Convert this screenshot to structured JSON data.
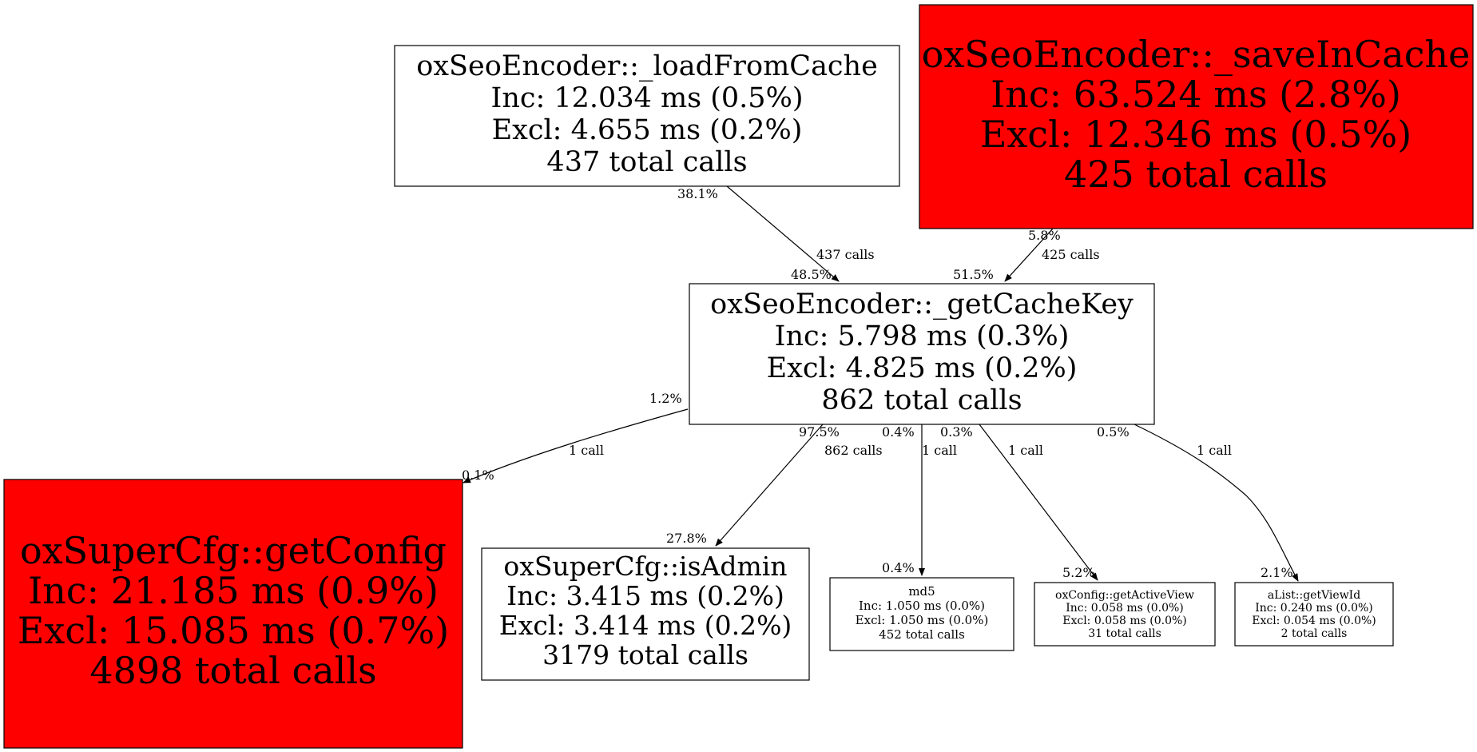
{
  "colors": {
    "hot": "#ff0000",
    "normal": "#ffffff",
    "stroke": "#000000"
  },
  "nodes": {
    "loadFromCache": {
      "fill": "#ffffff",
      "lines": [
        "oxSeoEncoder::_loadFromCache",
        "Inc: 12.034 ms (0.5%)",
        "Excl: 4.655 ms (0.2%)",
        "437 total calls"
      ]
    },
    "saveInCache": {
      "fill": "#ff0000",
      "lines": [
        "oxSeoEncoder::_saveInCache",
        "Inc: 63.524 ms (2.8%)",
        "Excl: 12.346 ms (0.5%)",
        "425 total calls"
      ]
    },
    "getCacheKey": {
      "fill": "#ffffff",
      "lines": [
        "oxSeoEncoder::_getCacheKey",
        "Inc: 5.798 ms (0.3%)",
        "Excl: 4.825 ms (0.2%)",
        "862 total calls"
      ]
    },
    "getConfig": {
      "fill": "#ff0000",
      "lines": [
        "oxSuperCfg::getConfig",
        "Inc: 21.185 ms (0.9%)",
        "Excl: 15.085 ms (0.7%)",
        "4898 total calls"
      ]
    },
    "isAdmin": {
      "fill": "#ffffff",
      "lines": [
        "oxSuperCfg::isAdmin",
        "Inc: 3.415 ms (0.2%)",
        "Excl: 3.414 ms (0.2%)",
        "3179 total calls"
      ]
    },
    "md5": {
      "fill": "#ffffff",
      "lines": [
        "md5",
        "Inc: 1.050 ms (0.0%)",
        "Excl: 1.050 ms (0.0%)",
        "452 total calls"
      ]
    },
    "getActiveView": {
      "fill": "#ffffff",
      "lines": [
        "oxConfig::getActiveView",
        "Inc: 0.058 ms (0.0%)",
        "Excl: 0.058 ms (0.0%)",
        "31 total calls"
      ]
    },
    "getViewId": {
      "fill": "#ffffff",
      "lines": [
        "aList::getViewId",
        "Inc: 0.240 ms (0.0%)",
        "Excl: 0.054 ms (0.0%)",
        "2 total calls"
      ]
    }
  },
  "edges": {
    "loadFromCache_getCacheKey": {
      "tail": "38.1%",
      "calls": "437 calls",
      "head": "48.5%"
    },
    "saveInCache_getCacheKey": {
      "tail": "5.8%",
      "calls": "425 calls",
      "head": "51.5%"
    },
    "getCacheKey_getConfig": {
      "tail": "1.2%",
      "calls": "1 call",
      "head": "0.1%"
    },
    "getCacheKey_isAdmin": {
      "tail": "97.5%",
      "calls": "862 calls",
      "head": "27.8%"
    },
    "getCacheKey_md5": {
      "tail": "0.4%",
      "calls": "1 call",
      "head": "0.4%"
    },
    "getCacheKey_getActiveView": {
      "tail": "0.3%",
      "calls": "1 call",
      "head": "5.2%"
    },
    "getCacheKey_getViewId": {
      "tail": "0.5%",
      "calls": "1 call",
      "head": "2.1%"
    }
  }
}
